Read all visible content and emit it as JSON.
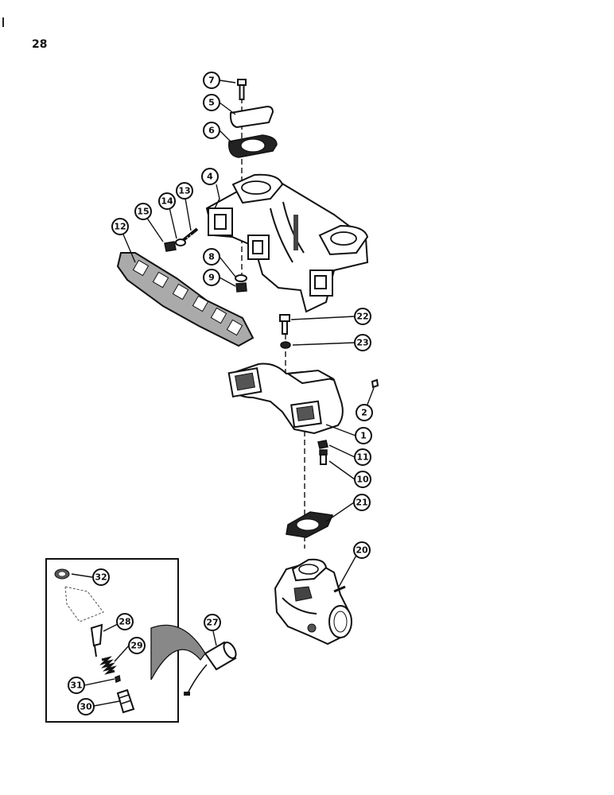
{
  "page": {
    "number": "28"
  },
  "callouts": [
    {
      "id": "c7",
      "label": "7"
    },
    {
      "id": "c5",
      "label": "5"
    },
    {
      "id": "c6",
      "label": "6"
    },
    {
      "id": "c4",
      "label": "4"
    },
    {
      "id": "c13",
      "label": "13"
    },
    {
      "id": "c14",
      "label": "14"
    },
    {
      "id": "c15",
      "label": "15"
    },
    {
      "id": "c12",
      "label": "12"
    },
    {
      "id": "c8",
      "label": "8"
    },
    {
      "id": "c9",
      "label": "9"
    },
    {
      "id": "c22",
      "label": "22"
    },
    {
      "id": "c23",
      "label": "23"
    },
    {
      "id": "c2",
      "label": "2"
    },
    {
      "id": "c1",
      "label": "1"
    },
    {
      "id": "c11",
      "label": "11"
    },
    {
      "id": "c10",
      "label": "10"
    },
    {
      "id": "c21",
      "label": "21"
    },
    {
      "id": "c20",
      "label": "20"
    },
    {
      "id": "c27",
      "label": "27"
    },
    {
      "id": "c32",
      "label": "32"
    },
    {
      "id": "c28",
      "label": "28"
    },
    {
      "id": "c29",
      "label": "29"
    },
    {
      "id": "c31",
      "label": "31"
    },
    {
      "id": "c30",
      "label": "30"
    }
  ]
}
